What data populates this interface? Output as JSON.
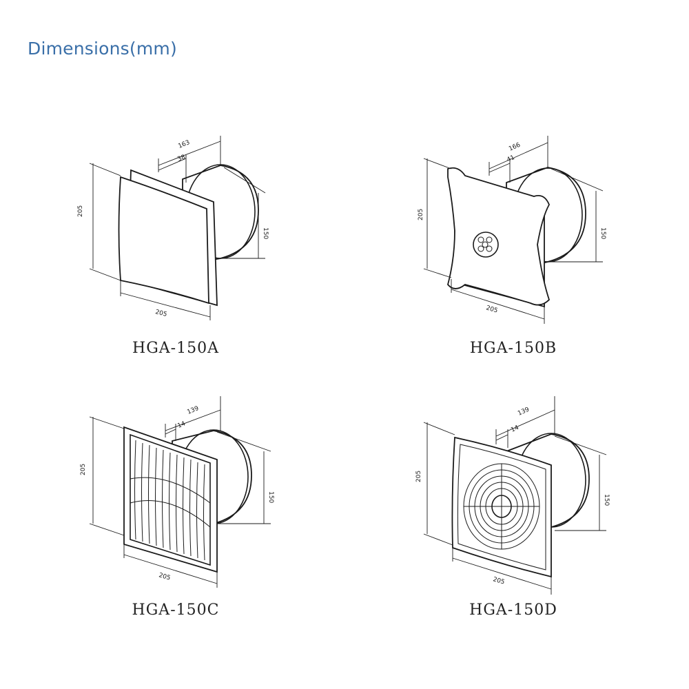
{
  "title": "Dimensions(mm)",
  "products": [
    {
      "model": "HGA-150A",
      "variant": "smooth-panel",
      "dimensions": {
        "height": "205",
        "width": "205",
        "depth": "163",
        "front_depth": "38",
        "duct_diameter": "150"
      }
    },
    {
      "model": "HGA-150B",
      "variant": "star-grille-with-lights",
      "dimensions": {
        "height": "205",
        "width": "205",
        "depth": "166",
        "front_depth": "41",
        "duct_diameter": "150"
      }
    },
    {
      "model": "HGA-150C",
      "variant": "louvered-grille",
      "dimensions": {
        "height": "205",
        "width": "205",
        "depth": "139",
        "front_depth": "14",
        "duct_diameter": "150"
      }
    },
    {
      "model": "HGA-150D",
      "variant": "round-guard-grille",
      "dimensions": {
        "height": "205",
        "width": "205",
        "depth": "139",
        "front_depth": "14",
        "duct_diameter": "150"
      }
    }
  ]
}
